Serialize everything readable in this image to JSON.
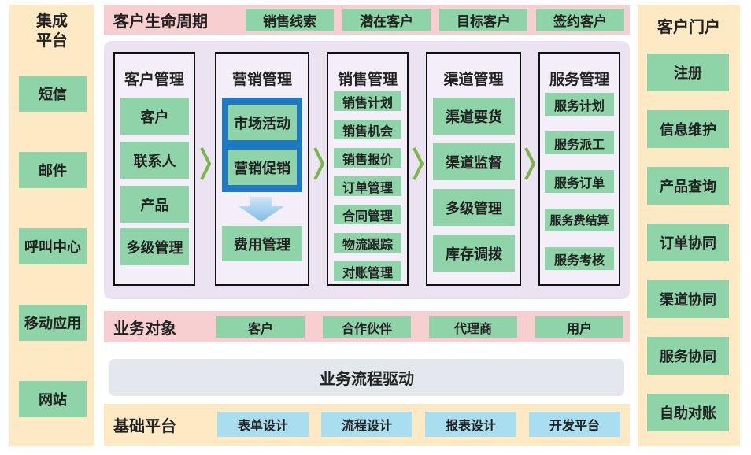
{
  "left_column": {
    "title": "集成\n平台",
    "items": [
      "短信",
      "邮件",
      "呼叫中心",
      "移动应用",
      "网站"
    ]
  },
  "right_column": {
    "title": "客户门户",
    "items": [
      "注册",
      "信息维护",
      "产品查询",
      "订单协同",
      "渠道协同",
      "服务协同",
      "自助对账"
    ]
  },
  "lifecycle": {
    "label": "客户生命周期",
    "stages": [
      "销售线索",
      "潜在客户",
      "目标客户",
      "签约客户"
    ]
  },
  "modules": [
    {
      "title": "客户管理",
      "items": [
        "客户",
        "联系人",
        "产品",
        "多级管理"
      ]
    },
    {
      "title": "营销管理",
      "inner": [
        "市场活动",
        "营销促销"
      ],
      "items": [
        "费用管理"
      ]
    },
    {
      "title": "销售管理",
      "items": [
        "销售计划",
        "销售机会",
        "销售报价",
        "订单管理",
        "合同管理",
        "物流跟踪",
        "对账管理"
      ]
    },
    {
      "title": "渠道管理",
      "items": [
        "渠道要货",
        "渠道监督",
        "多级管理",
        "库存调拨"
      ]
    },
    {
      "title": "服务管理",
      "items": [
        "服务计划",
        "服务派工",
        "服务订单",
        "服务费结算",
        "服务考核"
      ]
    }
  ],
  "business_objects": {
    "label": "业务对象",
    "items": [
      "客户",
      "合作伙伴",
      "代理商",
      "用户"
    ]
  },
  "process": {
    "label": "业务流程驱动"
  },
  "foundation": {
    "label": "基础平台",
    "items": [
      "表单设计",
      "流程设计",
      "报表设计",
      "开发平台"
    ]
  },
  "colors": {
    "green_box": "#8fd4a8",
    "blue_box": "#a8def0",
    "cream": "#fde9c4",
    "pink": "#f7cfd0",
    "lavender": "#ebe2f2",
    "marketing_blue": "#1f7ac3",
    "arrow_green": "#7ab648"
  }
}
